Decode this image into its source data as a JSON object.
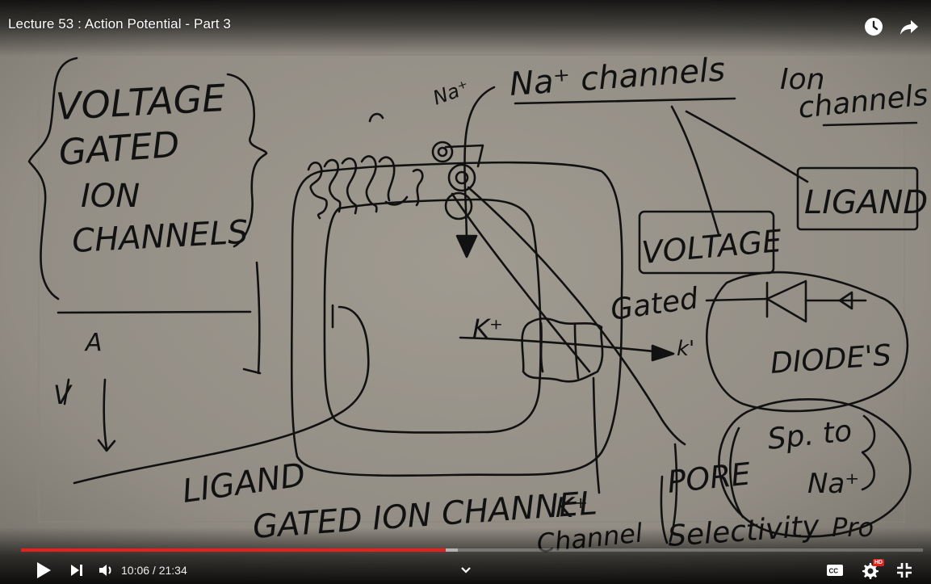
{
  "video": {
    "title": "Lecture 53 : Action Potential - Part 3",
    "progress_fraction": 0.471,
    "buffered_fraction": 0.484
  },
  "player": {
    "time_display": "10:06 / 21:34",
    "icons": [
      "watch-later-icon",
      "share-icon",
      "play-icon",
      "next-icon",
      "volume-icon",
      "chevron-down-icon",
      "captions-icon",
      "settings-icon",
      "hd-badge",
      "exit-fullscreen-icon"
    ],
    "accent_color": "#e8201d"
  },
  "whiteboard": {
    "texts": {
      "voltage_gated": [
        "VOLTAGE",
        "GATED",
        "ION",
        "CHANNELS"
      ],
      "na_channels": "Na⁺ channels",
      "ion_channels": [
        "Ion",
        "channels"
      ],
      "ligand_box": "LIGAND",
      "voltage_box": "VOLTAGE",
      "gated": "Gated",
      "diodes": "DIODE'S",
      "k_plus": "K⁺",
      "k_prime": "k'",
      "a_label": "A",
      "v_label": "V",
      "ligand_gated": [
        "LIGAND",
        "GATED ION CHANNEL"
      ],
      "k_channel": [
        "K⁺",
        "Channel"
      ],
      "pore_selectivity": [
        "PORE",
        "Selectivity"
      ],
      "sp_to": [
        "Sp. to",
        "Na⁺",
        "Pro"
      ],
      "na_small": "Na⁺"
    }
  }
}
